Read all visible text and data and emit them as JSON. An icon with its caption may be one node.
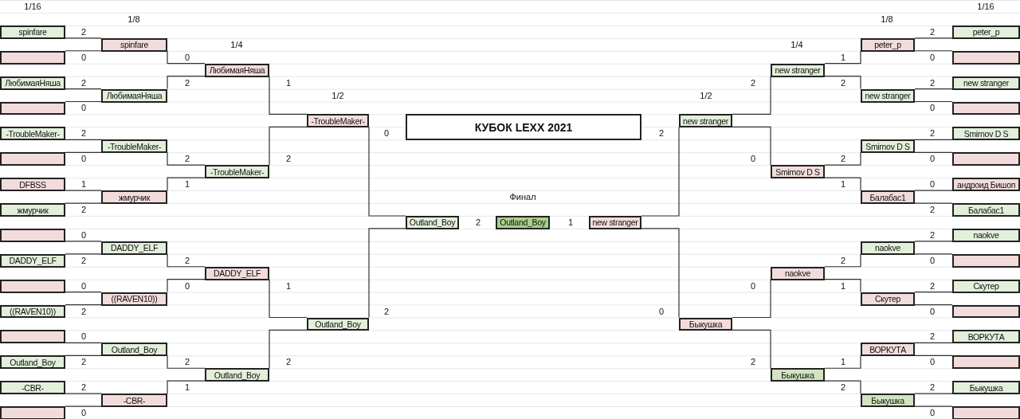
{
  "diagram": {
    "title": "КУБОК LEXX 2021",
    "nodes": [
      {
        "text": [
          "spinfare"
        ],
        "beside": [
          "2"
        ]
      },
      {
        "text": [],
        "shape": "box",
        "beside": [
          "0"
        ]
      },
      {
        "text": [
          "ЛюбимаяНяша"
        ],
        "beside": [
          "2"
        ]
      },
      {
        "text": [],
        "shape": "box",
        "beside": [
          "0"
        ]
      },
      {
        "text": [
          "-TroubleMaker-"
        ],
        "beside": [
          "2"
        ]
      },
      {
        "text": [],
        "shape": "box",
        "beside": [
          "0"
        ]
      },
      {
        "text": [
          "DFBSS"
        ],
        "beside": [
          "1"
        ]
      },
      {
        "text": [
          "жмурчик"
        ],
        "beside": [
          "2"
        ]
      },
      {
        "text": [],
        "shape": "box",
        "beside": [
          "0"
        ]
      },
      {
        "text": [
          "DADDY_ELF"
        ],
        "beside": [
          "2"
        ]
      },
      {
        "text": [],
        "shape": "box",
        "beside": [
          "0"
        ]
      },
      {
        "text": [
          "((RAVEN10))"
        ],
        "beside": [
          "2"
        ]
      },
      {
        "text": [],
        "shape": "box",
        "beside": [
          "0"
        ]
      },
      {
        "text": [
          "Outland_Boy"
        ],
        "beside": [
          "2"
        ]
      },
      {
        "text": [
          "-CBR-"
        ],
        "beside": [
          "2"
        ]
      },
      {
        "text": [],
        "shape": "box",
        "beside": [
          "0"
        ]
      },
      {
        "text": [
          "spinfare"
        ],
        "beside": [
          "0"
        ]
      },
      {
        "text": [
          "ЛюбимаяНяша"
        ],
        "beside": [
          "2"
        ]
      },
      {
        "text": [
          "-TroubleMaker-"
        ],
        "beside": [
          "2"
        ]
      },
      {
        "text": [
          "жмурчик"
        ],
        "beside": [
          "1"
        ]
      },
      {
        "text": [
          "DADDY_ELF"
        ],
        "beside": [
          "2"
        ]
      },
      {
        "text": [
          "((RAVEN10))"
        ],
        "beside": [
          "0"
        ]
      },
      {
        "text": [
          "Outland_Boy"
        ],
        "beside": [
          "2"
        ]
      },
      {
        "text": [
          "-CBR-"
        ],
        "beside": [
          "1"
        ]
      },
      {
        "text": [
          "ЛюбимаяНяша"
        ],
        "beside": [
          "1"
        ]
      },
      {
        "text": [
          "-TroubleMaker-"
        ],
        "beside": [
          "2"
        ]
      },
      {
        "text": [
          "DADDY_ELF"
        ],
        "beside": [
          "1"
        ]
      },
      {
        "text": [
          "Outland_Boy"
        ],
        "beside": [
          "2"
        ]
      },
      {
        "text": [
          "-TroubleMaker-"
        ],
        "beside": [
          "0"
        ]
      },
      {
        "text": [
          "Outland_Boy"
        ],
        "beside": [
          "2"
        ]
      },
      {
        "text": [
          "Outland_Boy"
        ],
        "beside": [
          "2"
        ]
      },
      {
        "text": [
          "Outland_Boy"
        ]
      },
      {
        "text": [
          "new stranger"
        ],
        "beside": [
          "1"
        ]
      },
      {
        "text": [
          "new stranger"
        ],
        "beside": [
          "2"
        ]
      },
      {
        "text": [
          "Быкушка"
        ],
        "beside": [
          "0"
        ]
      },
      {
        "text": [
          "new stranger"
        ],
        "beside": [
          "2"
        ]
      },
      {
        "text": [
          "Smirnov D S"
        ],
        "beside": [
          "0"
        ]
      },
      {
        "text": [
          "naokve"
        ],
        "beside": [
          "0"
        ]
      },
      {
        "text": [
          "Быкушка"
        ],
        "beside": [
          "2"
        ]
      },
      {
        "text": [
          "peter_p"
        ],
        "beside": [
          "1"
        ]
      },
      {
        "text": [
          "new stranger"
        ],
        "beside": [
          "2"
        ]
      },
      {
        "text": [
          "Smirnov D S"
        ],
        "beside": [
          "2"
        ]
      },
      {
        "text": [
          "Балабас1"
        ],
        "beside": [
          "1"
        ]
      },
      {
        "text": [
          "naokve"
        ],
        "beside": [
          "2"
        ]
      },
      {
        "text": [
          "Скутер"
        ],
        "beside": [
          "1"
        ]
      },
      {
        "text": [
          "ВОРКУТА"
        ],
        "beside": [
          "1"
        ]
      },
      {
        "text": [
          "Быкушка"
        ],
        "beside": [
          "2"
        ]
      },
      {
        "text": [
          "peter_p"
        ],
        "beside": [
          "2"
        ]
      },
      {
        "text": [],
        "shape": "box",
        "beside": [
          "0"
        ]
      },
      {
        "text": [
          "new stranger"
        ],
        "beside": [
          "2"
        ]
      },
      {
        "text": [],
        "shape": "box",
        "beside": [
          "0"
        ]
      },
      {
        "text": [
          "Smirnov D S"
        ],
        "beside": [
          "2"
        ]
      },
      {
        "text": [],
        "shape": "box",
        "beside": [
          "0"
        ]
      },
      {
        "text": [
          "андроид Бишоп"
        ],
        "beside": [
          "0"
        ]
      },
      {
        "text": [
          "Балабас1"
        ],
        "beside": [
          "2"
        ]
      },
      {
        "text": [
          "naokve"
        ],
        "beside": [
          "2"
        ]
      },
      {
        "text": [],
        "shape": "box",
        "beside": [
          "0"
        ]
      },
      {
        "text": [
          "Скутер"
        ],
        "beside": [
          "2"
        ]
      },
      {
        "text": [],
        "shape": "box",
        "beside": [
          "0"
        ]
      },
      {
        "text": [
          "ВОРКУТА"
        ],
        "beside": [
          "2"
        ]
      },
      {
        "text": [],
        "shape": "box",
        "beside": [
          "0"
        ]
      },
      {
        "text": [
          "Быкушка"
        ],
        "beside": [
          "2"
        ]
      },
      {
        "text": [],
        "shape": "box",
        "beside": [
          "0"
        ]
      }
    ],
    "edges": [
      {
        "from": 0,
        "to": 16,
        "arrow": "none"
      },
      {
        "from": 1,
        "to": 16,
        "arrow": "none"
      },
      {
        "from": 2,
        "to": 17,
        "arrow": "none"
      },
      {
        "from": 3,
        "to": 17,
        "arrow": "none"
      },
      {
        "from": 4,
        "to": 18,
        "arrow": "none"
      },
      {
        "from": 5,
        "to": 18,
        "arrow": "none"
      },
      {
        "from": 6,
        "to": 19,
        "arrow": "none"
      },
      {
        "from": 7,
        "to": 19,
        "arrow": "none"
      },
      {
        "from": 8,
        "to": 20,
        "arrow": "none"
      },
      {
        "from": 9,
        "to": 20,
        "arrow": "none"
      },
      {
        "from": 10,
        "to": 21,
        "arrow": "none"
      },
      {
        "from": 11,
        "to": 21,
        "arrow": "none"
      },
      {
        "from": 12,
        "to": 22,
        "arrow": "none"
      },
      {
        "from": 13,
        "to": 22,
        "arrow": "none"
      },
      {
        "from": 14,
        "to": 23,
        "arrow": "none"
      },
      {
        "from": 15,
        "to": 23,
        "arrow": "none"
      },
      {
        "from": 16,
        "to": 24,
        "arrow": "none"
      },
      {
        "from": 17,
        "to": 24,
        "arrow": "none"
      },
      {
        "from": 18,
        "to": 25,
        "arrow": "none"
      },
      {
        "from": 19,
        "to": 25,
        "arrow": "none"
      },
      {
        "from": 20,
        "to": 26,
        "arrow": "none"
      },
      {
        "from": 21,
        "to": 26,
        "arrow": "none"
      },
      {
        "from": 22,
        "to": 27,
        "arrow": "none"
      },
      {
        "from": 23,
        "to": 27,
        "arrow": "none"
      },
      {
        "from": 24,
        "to": 28,
        "arrow": "none"
      },
      {
        "from": 25,
        "to": 28,
        "arrow": "none"
      },
      {
        "from": 26,
        "to": 29,
        "arrow": "none"
      },
      {
        "from": 27,
        "to": 29,
        "arrow": "none"
      },
      {
        "from": 28,
        "to": 30,
        "arrow": "none"
      },
      {
        "from": 29,
        "to": 30,
        "arrow": "none"
      },
      {
        "from": 33,
        "to": 32,
        "arrow": "none"
      },
      {
        "from": 34,
        "to": 32,
        "arrow": "none"
      },
      {
        "from": 35,
        "to": 33,
        "arrow": "none"
      },
      {
        "from": 36,
        "to": 33,
        "arrow": "none"
      },
      {
        "from": 37,
        "to": 34,
        "arrow": "none"
      },
      {
        "from": 38,
        "to": 34,
        "arrow": "none"
      },
      {
        "from": 39,
        "to": 35,
        "arrow": "none"
      },
      {
        "from": 40,
        "to": 35,
        "arrow": "none"
      },
      {
        "from": 41,
        "to": 36,
        "arrow": "none"
      },
      {
        "from": 42,
        "to": 36,
        "arrow": "none"
      },
      {
        "from": 43,
        "to": 37,
        "arrow": "none"
      },
      {
        "from": 44,
        "to": 37,
        "arrow": "none"
      },
      {
        "from": 45,
        "to": 38,
        "arrow": "none"
      },
      {
        "from": 46,
        "to": 38,
        "arrow": "none"
      },
      {
        "from": 47,
        "to": 39,
        "arrow": "none"
      },
      {
        "from": 48,
        "to": 39,
        "arrow": "none"
      },
      {
        "from": 49,
        "to": 40,
        "arrow": "none"
      },
      {
        "from": 50,
        "to": 40,
        "arrow": "none"
      },
      {
        "from": 51,
        "to": 41,
        "arrow": "none"
      },
      {
        "from": 52,
        "to": 41,
        "arrow": "none"
      },
      {
        "from": 53,
        "to": 42,
        "arrow": "none"
      },
      {
        "from": 54,
        "to": 42,
        "arrow": "none"
      },
      {
        "from": 55,
        "to": 43,
        "arrow": "none"
      },
      {
        "from": 56,
        "to": 43,
        "arrow": "none"
      },
      {
        "from": 57,
        "to": 44,
        "arrow": "none"
      },
      {
        "from": 58,
        "to": 44,
        "arrow": "none"
      },
      {
        "from": 59,
        "to": 45,
        "arrow": "none"
      },
      {
        "from": 60,
        "to": 45,
        "arrow": "none"
      },
      {
        "from": 61,
        "to": 46,
        "arrow": "none"
      },
      {
        "from": 62,
        "to": 46,
        "arrow": "none"
      }
    ],
    "labels": [
      "1/16",
      "1/16",
      "1/8",
      "1/8",
      "1/4",
      "1/4",
      "1/2",
      "1/2",
      "Финал"
    ]
  }
}
